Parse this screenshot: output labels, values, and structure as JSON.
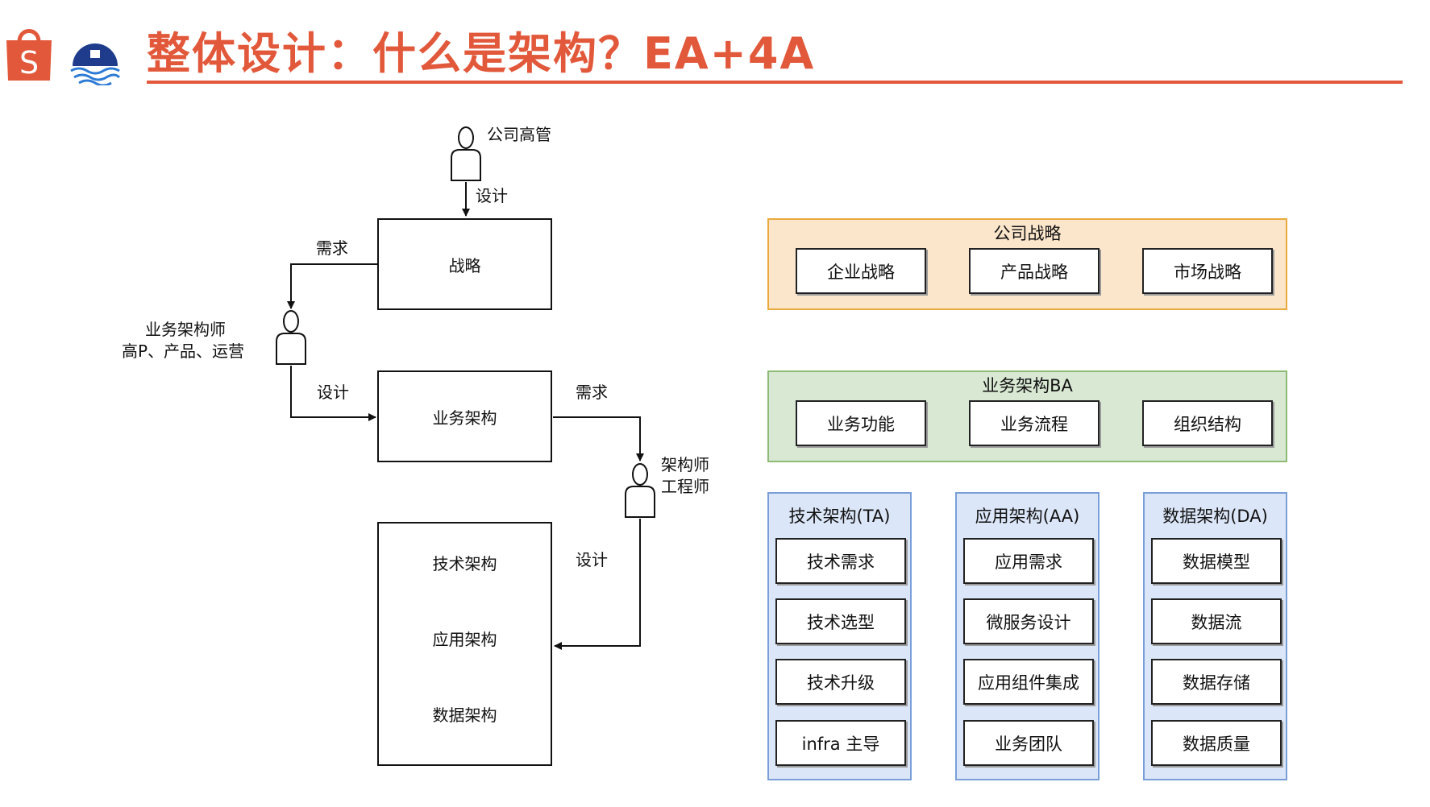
{
  "header": {
    "title": "整体设计：什么是架构？EA+4A",
    "accent_color": "#e2583a",
    "logos": [
      "shopping-bag-logo",
      "wave-logo"
    ]
  },
  "flow": {
    "executive_label": "公司高管",
    "design_label_1": "设计",
    "strategy_box": "战略",
    "demand_label_1": "需求",
    "business_architect_line1": "业务架构师",
    "business_architect_line2": "高P、产品、运营",
    "design_label_2": "设计",
    "business_box": "业务架构",
    "demand_label_2": "需求",
    "architect_line1": "架构师",
    "architect_line2": "工程师",
    "design_label_3": "设计",
    "tech_box_items": [
      "技术架构",
      "应用架构",
      "数据架构"
    ]
  },
  "ea": {
    "strategy_panel": {
      "title": "公司战略",
      "items": [
        "企业战略",
        "产品战略",
        "市场战略"
      ],
      "fill": "#fbe6cc",
      "border": "#e9a93b"
    },
    "business_panel": {
      "title": "业务架构BA",
      "items": [
        "业务功能",
        "业务流程",
        "组织结构"
      ],
      "fill": "#d8e8d3",
      "border": "#8dba74"
    },
    "columns": [
      {
        "title": "技术架构(TA)",
        "items": [
          "技术需求",
          "技术选型",
          "技术升级",
          "infra 主导"
        ]
      },
      {
        "title": "应用架构(AA)",
        "items": [
          "应用需求",
          "微服务设计",
          "应用组件集成",
          "业务团队"
        ]
      },
      {
        "title": "数据架构(DA)",
        "items": [
          "数据模型",
          "数据流",
          "数据存储",
          "数据质量"
        ]
      }
    ],
    "columns_fill": "#dbe6f8",
    "columns_border": "#7a9fd8"
  }
}
